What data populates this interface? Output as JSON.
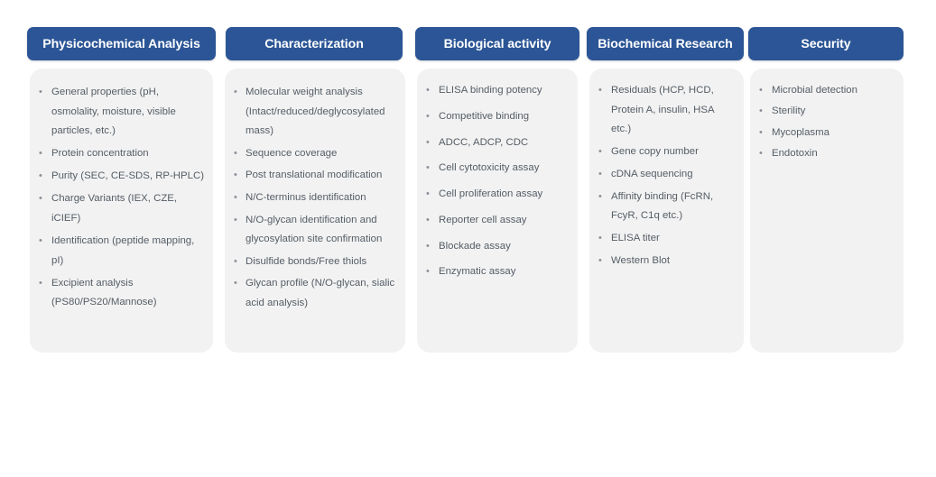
{
  "theme": {
    "page_background": "#ffffff",
    "header_color": "#2B5596",
    "header_text_color": "#ffffff",
    "card_background": "#f2f2f2",
    "body_text_color": "#555d66",
    "bullet_color": "#8b9199"
  },
  "bullet_glyph": "•",
  "columns": [
    {
      "title": "Physicochemical Analysis",
      "items": [
        "General properties (pH, osmolality, moisture, visible particles, etc.)",
        "Protein concentration",
        "Purity (SEC,  CE-SDS, RP-HPLC)",
        "Charge Variants (IEX, CZE, iCIEF)",
        "Identification (peptide mapping, pI)",
        "Excipient analysis (PS80/PS20/Mannose)"
      ]
    },
    {
      "title": "Characterization",
      "items": [
        "Molecular weight analysis (Intact/reduced/deglycosylated mass)",
        "Sequence coverage",
        "Post translational modification",
        "N/C-terminus identification",
        "N/O-glycan identification and glycosylation site confirmation",
        "Disulfide bonds/Free thiols",
        "Glycan profile (N/O-glycan, sialic acid analysis)"
      ]
    },
    {
      "title": "Biological activity",
      "items": [
        "ELISA binding potency",
        "Competitive binding",
        "ADCC, ADCP, CDC",
        "Cell cytotoxicity assay",
        "Cell proliferation assay",
        "Reporter cell assay",
        "Blockade assay",
        "Enzymatic assay"
      ]
    },
    {
      "title": "Biochemical Research",
      "items": [
        "Residuals (HCP, HCD, Protein A, insulin, HSA etc.)",
        "Gene copy number",
        "cDNA sequencing",
        "Affinity binding (FcRN, FcyR, C1q etc.)",
        "ELISA titer",
        "Western Blot"
      ]
    },
    {
      "title": "Security",
      "items": [
        "Microbial detection",
        "Sterility",
        "Mycoplasma",
        "Endotoxin"
      ]
    }
  ]
}
